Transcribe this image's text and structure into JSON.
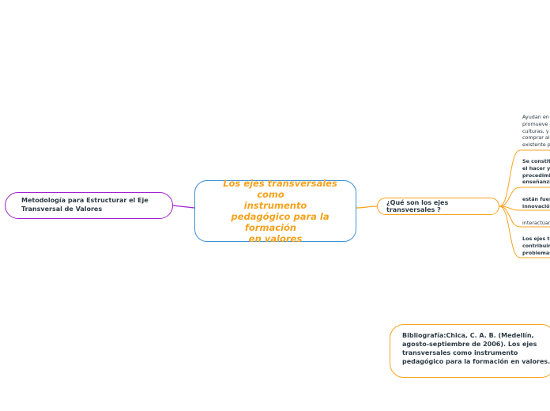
{
  "central": {
    "line1": "Los ejes transversales como",
    "line2": "instrumento",
    "line3": "pedagógico para la formación",
    "line4": "en valores"
  },
  "left_topic": {
    "line1": "Metodología para Estructurar el Eje",
    "line2": "Transversal de Valores"
  },
  "right_topic": {
    "label": "¿Qué son los ejes transversales ?",
    "subtopics": [
      {
        "lines": [
          "Ayudan en l",
          "promueve c",
          "culturas, y d",
          "comprar al p",
          "existente po"
        ]
      },
      {
        "lines": [
          "Se constitu",
          "el hacer y e",
          "procedimie",
          "enseñanza"
        ]
      },
      {
        "lines": [
          "están fuer",
          "innovació"
        ]
      },
      {
        "lines": [
          "interactúan"
        ]
      },
      {
        "lines": [
          "Los ejes tra",
          "contribuir,",
          "problemas"
        ]
      }
    ]
  },
  "bibliography": {
    "line1": "Bibliografía:Chica, C. A. B. (Medellín,",
    "line2": "agosto-septiembre de 2006). Los ejes",
    "line3": "transversales como instrumento",
    "line4": "pedagógico para la formación en valores."
  },
  "colors": {
    "central_border": "#3d8fd6",
    "central_text": "#f4a21d",
    "left_branch": "#a01fd0",
    "right_branch": "#f7a31f",
    "text": "#2b3a44"
  }
}
